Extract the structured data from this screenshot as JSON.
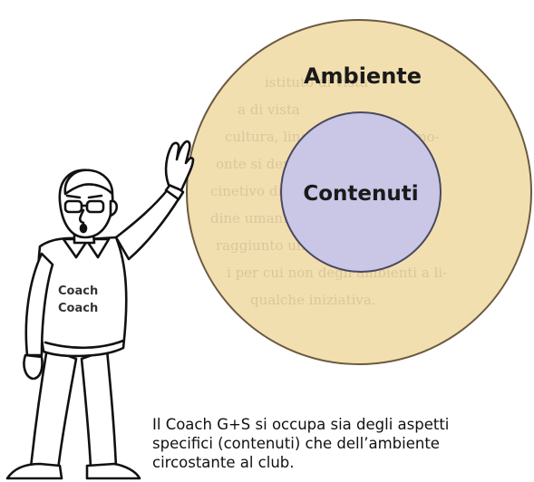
{
  "diagram": {
    "outer_circle": {
      "label": "Ambiente",
      "color": "#f2dfb0"
    },
    "inner_circle": {
      "label": "Contenuti",
      "color": "#c9c6e6"
    },
    "figure": {
      "shirt_lines": [
        "Coach",
        "Coach"
      ]
    },
    "faded_background_text": [
      "istituto di vista",
      "a di vista",
      "cultura, lingua e presenza, mo-",
      "onte si deve rappresentata da",
      "cinetivo di ogni tipo di attività",
      "dine umani di ogni tipo di atti-",
      "raggiunto un diploma siamo",
      "i per cui non degli ambienti a li-",
      "qualche iniziativa."
    ]
  },
  "caption": {
    "line1": "Il Coach G+S si occupa sia degli aspetti",
    "line2": "specifici (contenuti) che dell’ambiente",
    "line3": "circostante al club."
  }
}
